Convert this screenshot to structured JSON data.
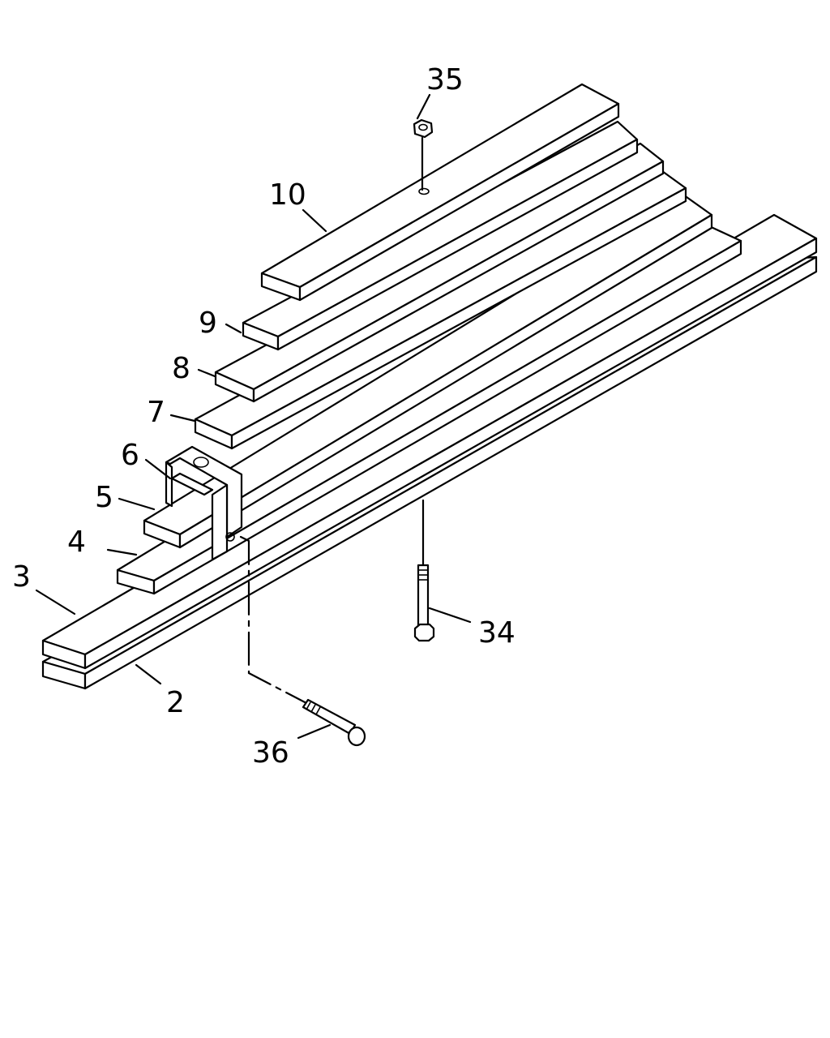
{
  "diagram": {
    "callouts": [
      {
        "id": "leaf-2",
        "label": "2"
      },
      {
        "id": "leaf-3",
        "label": "3"
      },
      {
        "id": "leaf-4",
        "label": "4"
      },
      {
        "id": "leaf-5",
        "label": "5"
      },
      {
        "id": "leaf-6",
        "label": "6"
      },
      {
        "id": "leaf-7",
        "label": "7"
      },
      {
        "id": "leaf-8",
        "label": "8"
      },
      {
        "id": "leaf-9",
        "label": "9"
      },
      {
        "id": "leaf-10",
        "label": "10"
      },
      {
        "id": "center-bolt",
        "label": "34"
      },
      {
        "id": "nut",
        "label": "35"
      },
      {
        "id": "clip-bolt",
        "label": "36"
      }
    ]
  }
}
